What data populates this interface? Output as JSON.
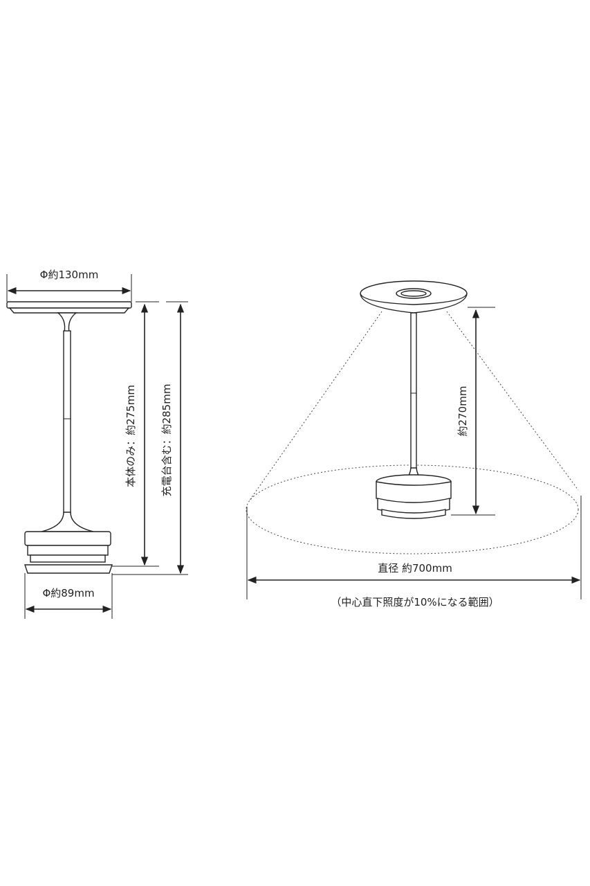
{
  "left_view": {
    "shade_diameter": "Φ約130mm",
    "body_height": "本体のみ：約275mm",
    "total_height": "充電台含む：約285mm",
    "base_diameter": "Φ約89mm"
  },
  "right_view": {
    "light_height": "約270mm",
    "illumination_diameter": "直径 約700mm",
    "note": "（中心直下照度が10%になる範囲）"
  }
}
